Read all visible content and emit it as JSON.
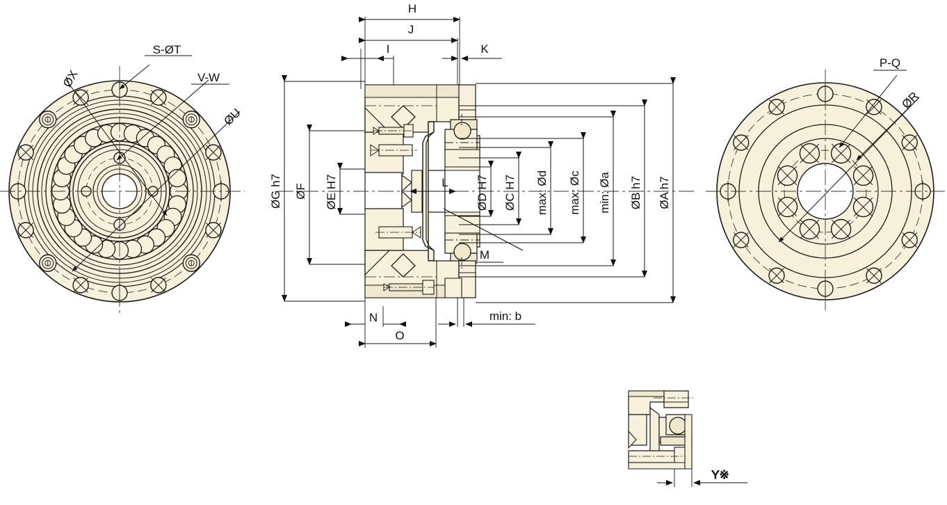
{
  "drawing": {
    "title": "Harmonic Drive Gear Unit Outline Dimension Drawing",
    "colors": {
      "body_fill": "#f7f0da",
      "body_fill_dark": "#ece3c6",
      "line": "#1a1a1a",
      "background": "#ffffff",
      "center_line": "#333333"
    }
  },
  "left_view": {
    "name": "input-side-face-view",
    "labels": [
      {
        "id": "phi-X",
        "text": "ØX"
      },
      {
        "id": "S-phi-T",
        "text": "S-ØT"
      },
      {
        "id": "V-W",
        "text": "V-W"
      },
      {
        "id": "phi-U",
        "text": "ØU"
      }
    ],
    "features": {
      "outer_bolt_holes_count": 8,
      "counterbore_holes_count": 4,
      "through_holes_count": 4,
      "center_small_holes_count": 4,
      "ball_count": 28
    }
  },
  "section_view": {
    "name": "cross-section-view",
    "horizontal_dimensions": [
      {
        "id": "H",
        "text": "H"
      },
      {
        "id": "J",
        "text": "J"
      },
      {
        "id": "I",
        "text": "I"
      },
      {
        "id": "K",
        "text": "K"
      },
      {
        "id": "N",
        "text": "N"
      },
      {
        "id": "O",
        "text": "O"
      },
      {
        "id": "min-b",
        "text": "min: b"
      },
      {
        "id": "L",
        "text": "L"
      }
    ],
    "vertical_dimensions": [
      {
        "id": "phi-G-h7",
        "text": "ØG h7"
      },
      {
        "id": "phi-F",
        "text": "ØF"
      },
      {
        "id": "phi-E-H7",
        "text": "ØE H7"
      },
      {
        "id": "phi-D-H7",
        "text": "ØD H7"
      },
      {
        "id": "phi-C-H7",
        "text": "ØC H7"
      },
      {
        "id": "max-phi-d",
        "text": "max: Ød"
      },
      {
        "id": "max-phi-c",
        "text": "max: Øc"
      },
      {
        "id": "min-phi-a",
        "text": "min: Øa"
      },
      {
        "id": "phi-B-h7",
        "text": "ØB h7"
      },
      {
        "id": "phi-A-h7",
        "text": "ØA h7"
      }
    ],
    "leader_labels": [
      {
        "id": "M",
        "text": "M"
      }
    ]
  },
  "right_view": {
    "name": "output-side-face-view",
    "labels": [
      {
        "id": "P-Q",
        "text": "P-Q"
      },
      {
        "id": "phi-R",
        "text": "ØR"
      }
    ],
    "features": {
      "outer_bolt_holes_count": 12,
      "inner_bolt_holes_count": 8
    }
  },
  "detail_view": {
    "name": "detail-section-view",
    "labels": [
      {
        "id": "Y",
        "text": "Y※"
      }
    ]
  }
}
